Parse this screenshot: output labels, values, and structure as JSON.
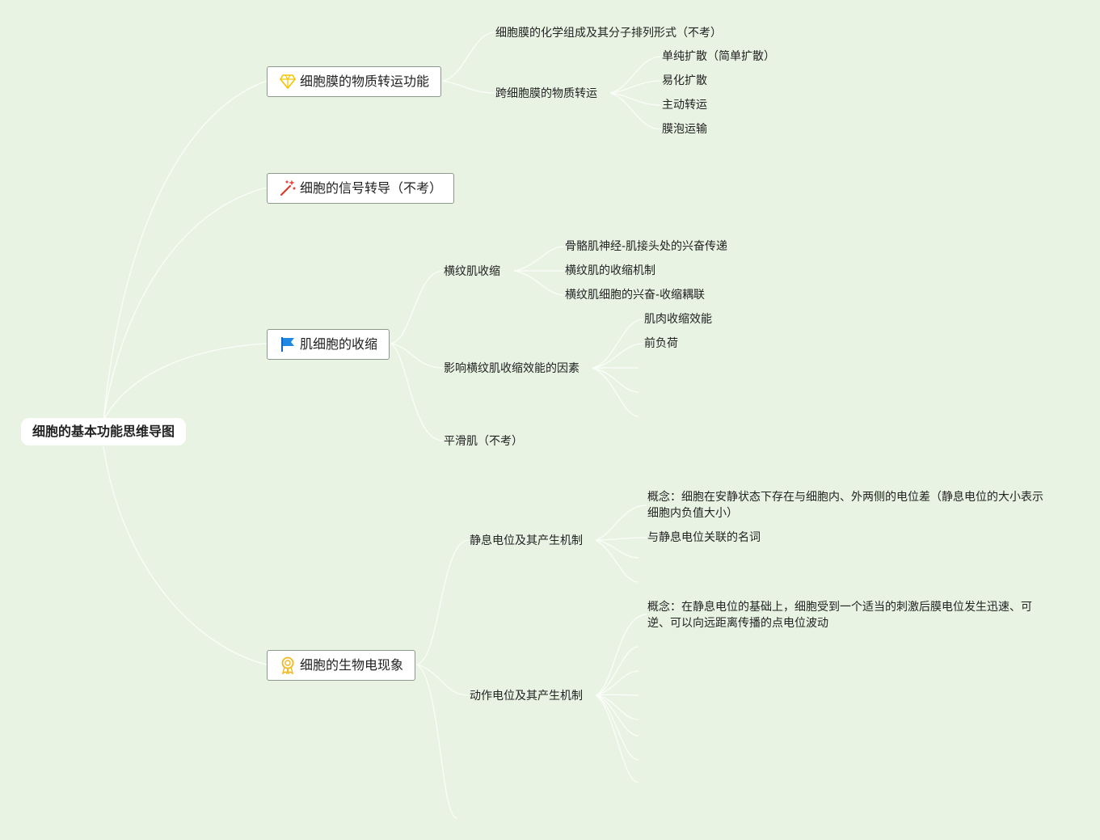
{
  "root": "细胞的基本功能思维导图",
  "topics": {
    "membrane": {
      "label": "细胞膜的物质转运功能",
      "icon": "diamond-icon",
      "children": {
        "composition": "细胞膜的化学组成及其分子排列形式（不考）",
        "transport": {
          "label": "跨细胞膜的物质转运",
          "items": [
            "单纯扩散（简单扩散）",
            "易化扩散",
            "主动转运",
            "膜泡运输"
          ]
        }
      }
    },
    "signal": {
      "label": "细胞的信号转导（不考）",
      "icon": "magic-wand-icon"
    },
    "muscle": {
      "label": "肌细胞的收缩",
      "icon": "flag-icon",
      "children": {
        "striated": {
          "label": "横纹肌收缩",
          "items": [
            "骨骼肌神经-肌接头处的兴奋传递",
            "横纹肌的收缩机制",
            "横纹肌细胞的兴奋-收缩耦联"
          ]
        },
        "factors": {
          "label": "影响横纹肌收缩效能的因素",
          "items": [
            "肌肉收缩效能",
            "前负荷"
          ]
        },
        "smooth": "平滑肌（不考）"
      }
    },
    "bioelectric": {
      "label": "细胞的生物电现象",
      "icon": "award-ribbon-icon",
      "children": {
        "resting": {
          "label": "静息电位及其产生机制",
          "items": [
            "概念：细胞在安静状态下存在与细胞内、外两侧的电位差（静息电位的大小表示细胞内负值大小）",
            "与静息电位关联的名词"
          ]
        },
        "action": {
          "label": "动作电位及其产生机制",
          "items": [
            "概念：在静息电位的基础上，细胞受到一个适当的刺激后膜电位发生迅速、可逆、可以向远距离传播的点电位波动"
          ]
        }
      }
    }
  },
  "colors": {
    "background": "#e8f3e3",
    "connector": "#fbfdf9",
    "diamond": "#f5c400",
    "wand": "#e0392b",
    "flag": "#1e88e5",
    "award": "#f2b81f"
  }
}
